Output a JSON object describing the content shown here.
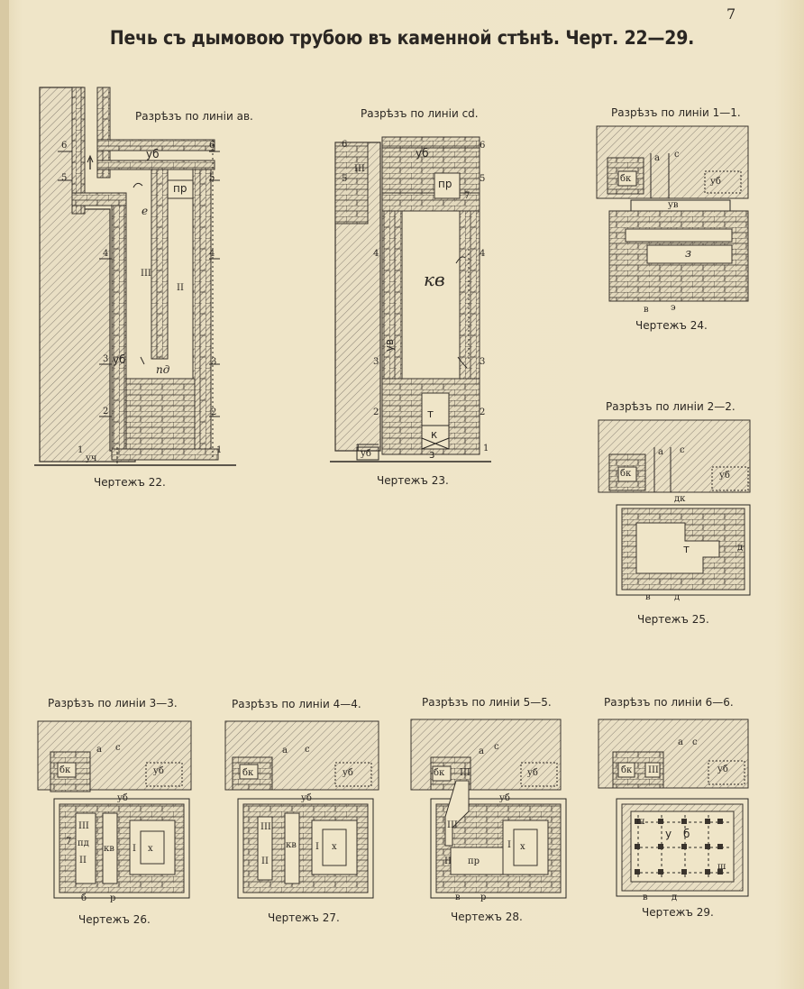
{
  "page_number": "7",
  "title": "Печь съ дымовою трубою въ каменной стѣнѣ. Черт. 22—29.",
  "drawings": {
    "d22": {
      "caption": "Чертежъ 22.",
      "section_label": "Разрѣзъ по линіи ав.",
      "marks": {
        "yb": "уб",
        "pr": "пр",
        "e": "е",
        "III": "III",
        "II": "II",
        "pd": "пд",
        "yb_side": "уб",
        "ych": "уч"
      }
    },
    "d23": {
      "caption": "Чертежъ 23.",
      "section_label": "Разрѣзъ по линіи cd.",
      "marks": {
        "yb": "уб",
        "pr": "пр",
        "kv": "кв",
        "III": "III",
        "t": "т",
        "k": "к",
        "z": "з",
        "yv": "ув",
        "yb_bottom": "уб",
        "seven": "7"
      }
    },
    "d24": {
      "caption": "Чертежъ 24.",
      "section_label": "Разрѣзъ по линіи 1—1.",
      "marks": {
        "bk": "бк",
        "a": "а",
        "c": "с",
        "yb": "уб",
        "yv": "ув",
        "z": "з",
        "v": "в",
        "e": "э"
      }
    },
    "d25": {
      "caption": "Чертежъ 25.",
      "section_label": "Разрѣзъ по линіи 2—2.",
      "marks": {
        "bk": "бк",
        "a": "а",
        "c": "с",
        "yb": "уб",
        "dk": "дк",
        "t": "т",
        "d": "д",
        "v": "в",
        "d2": "д"
      }
    },
    "d26": {
      "caption": "Чертежъ 26.",
      "section_label": "Разрѣзъ по линіи 3—3.",
      "marks": {
        "bk": "бк",
        "a": "а",
        "c": "с",
        "yb": "уб",
        "yb2": "уб",
        "III": "III",
        "pd": "пд",
        "seven": "7",
        "II": "II",
        "kv": "кв",
        "I": "I",
        "x": "х",
        "b": "б",
        "p": "р"
      }
    },
    "d27": {
      "caption": "Чертежъ 27.",
      "section_label": "Разрѣзъ по линіи 4—4.",
      "marks": {
        "bk": "бк",
        "a": "а",
        "c": "с",
        "yb": "уб",
        "yb2": "уб",
        "III": "III",
        "II": "II",
        "kv": "кв",
        "I": "I",
        "x": "х"
      }
    },
    "d28": {
      "caption": "Чертежъ 28.",
      "section_label": "Разрѣзъ по линіи 5—5.",
      "marks": {
        "bk": "бк",
        "a": "а",
        "c": "с",
        "yb": "уб",
        "yb2": "уб",
        "III": "III",
        "III2": "III",
        "II": "II",
        "pr": "пр",
        "I": "I",
        "x": "х",
        "v": "в",
        "p": "р"
      }
    },
    "d29": {
      "caption": "Чертежъ 29.",
      "section_label": "Разрѣзъ по линіи 6—6.",
      "marks": {
        "bk": "бк",
        "a": "а",
        "c": "с",
        "yb": "уб",
        "III": "III",
        "y": "у",
        "b": "б",
        "sh": "ш",
        "sh2": "ш",
        "v": "в",
        "d": "д"
      }
    }
  },
  "level_marks": [
    "1",
    "2",
    "3",
    "4",
    "5",
    "6"
  ]
}
